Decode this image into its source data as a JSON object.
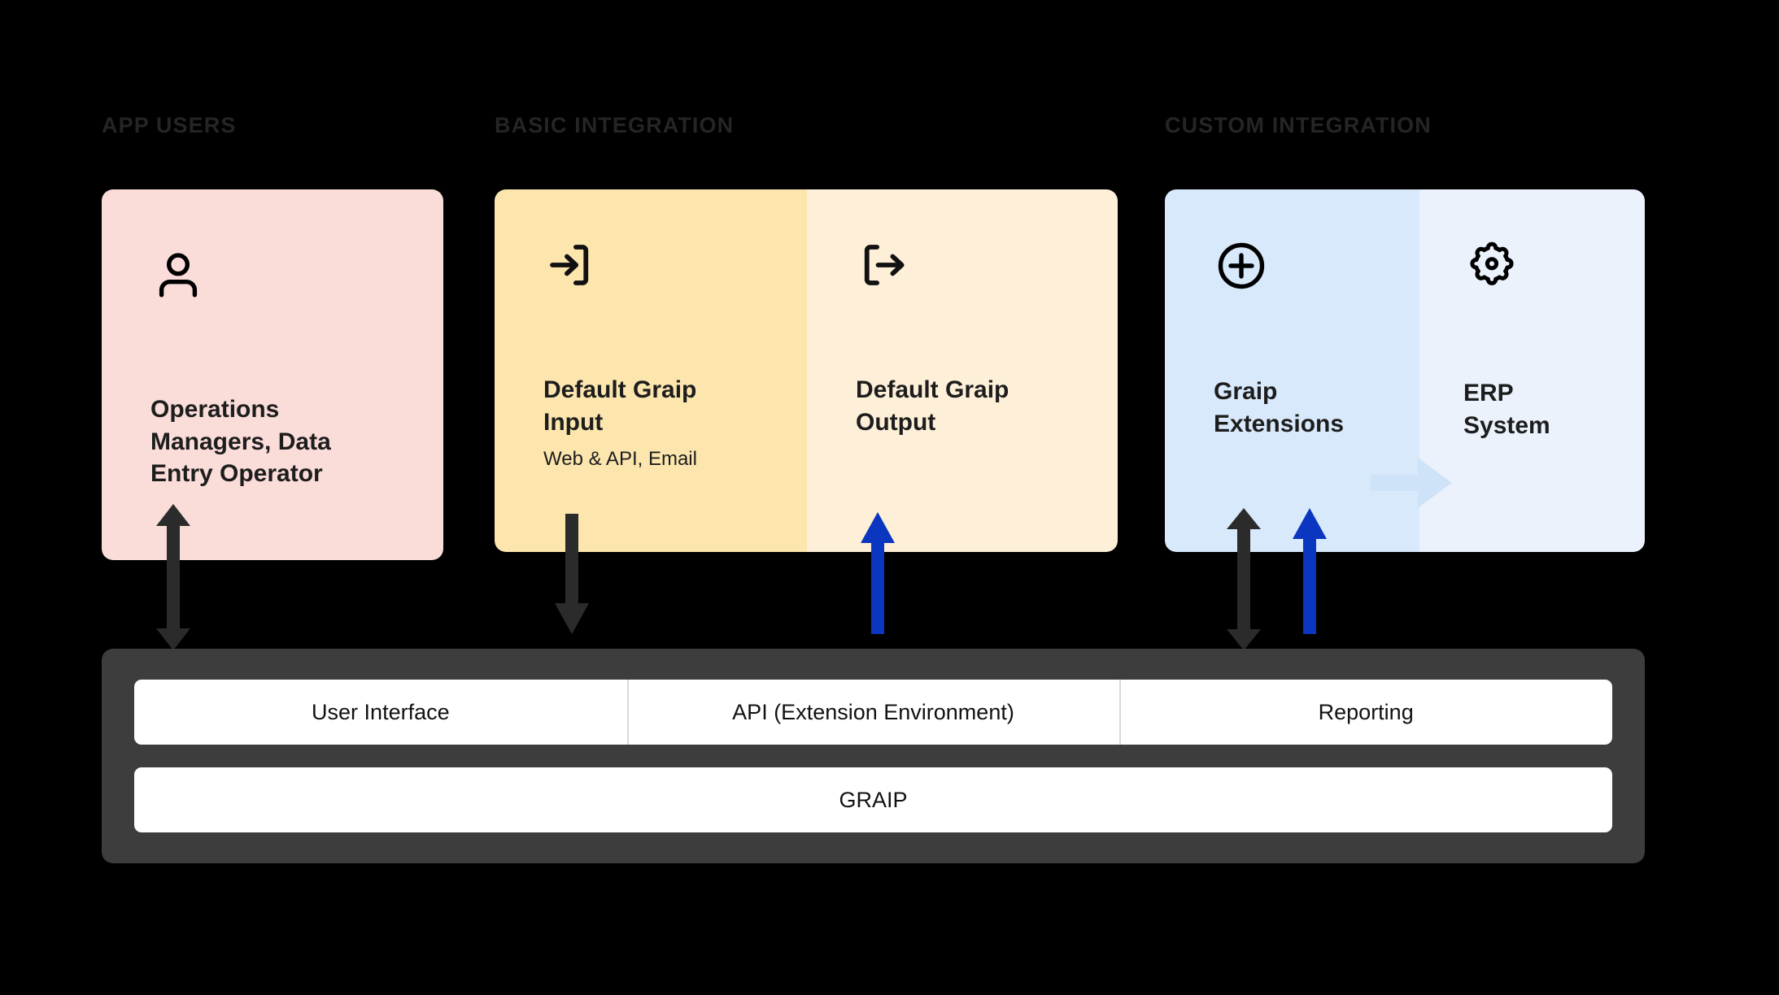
{
  "canvas": {
    "background": "#000000"
  },
  "sections": [
    {
      "id": "app-users",
      "label": "APP USERS"
    },
    {
      "id": "basic",
      "label": "BASIC INTEGRATION"
    },
    {
      "id": "custom",
      "label": "CUSTOM INTEGRATION"
    }
  ],
  "cards": {
    "app_users": {
      "icon": "person-icon",
      "title": "Operations\nManagers, Data\nEntry Operator",
      "color": "#FADCD9"
    },
    "basic_input": {
      "icon": "log-in-icon",
      "title": "Default Graip\nInput",
      "subtitle": "Web & API, Email",
      "color": "#FCE6AE"
    },
    "basic_output": {
      "icon": "log-out-icon",
      "title": "Default Graip\nOutput",
      "color": "#FEF0D8"
    },
    "custom_extensions": {
      "icon": "plus-circle-icon",
      "title": "Graip\nExtensions",
      "color": "#D8E9FB"
    },
    "custom_erp": {
      "icon": "gear-icon",
      "title": "ERP\nSystem",
      "color": "#EBF2FC"
    }
  },
  "platform": {
    "background": "#3D3D3D",
    "services": [
      "User Interface",
      "API (Extension Environment)",
      "Reporting"
    ],
    "core": [
      "GRAIP"
    ]
  },
  "connectors": [
    {
      "id": "app-users-bidirectional",
      "direction": "bidirectional",
      "color": "#2B2B2B",
      "from": "Operations Managers, Data Entry Operator",
      "to": "User Interface"
    },
    {
      "id": "basic-input-down",
      "direction": "down",
      "color": "#2B2B2B",
      "from": "Default Graip Input",
      "to": "API (Extension Environment)"
    },
    {
      "id": "basic-output-up",
      "direction": "up",
      "color": "#0A36C0",
      "from": "API (Extension Environment)",
      "to": "Default Graip Output"
    },
    {
      "id": "custom-bidirectional",
      "direction": "bidirectional",
      "color": "#2B2B2B",
      "from": "Graip Extensions",
      "to": "API (Extension Environment)"
    },
    {
      "id": "custom-up",
      "direction": "up",
      "color": "#0A36C0",
      "from": "Reporting",
      "to": "Graip Extensions"
    },
    {
      "id": "ext-to-erp",
      "direction": "right",
      "color": "#CFE3F8",
      "from": "Graip Extensions",
      "to": "ERP System"
    },
    {
      "id": "erp-to-ext",
      "direction": "left",
      "color": "#EBF2FC",
      "from": "ERP System",
      "to": "Graip Extensions"
    }
  ],
  "colors": {
    "accent_blue": "#0A36C0",
    "arrow_dark": "#2B2B2B",
    "platform_dark": "#3D3D3D",
    "label_gray": "#252525"
  }
}
